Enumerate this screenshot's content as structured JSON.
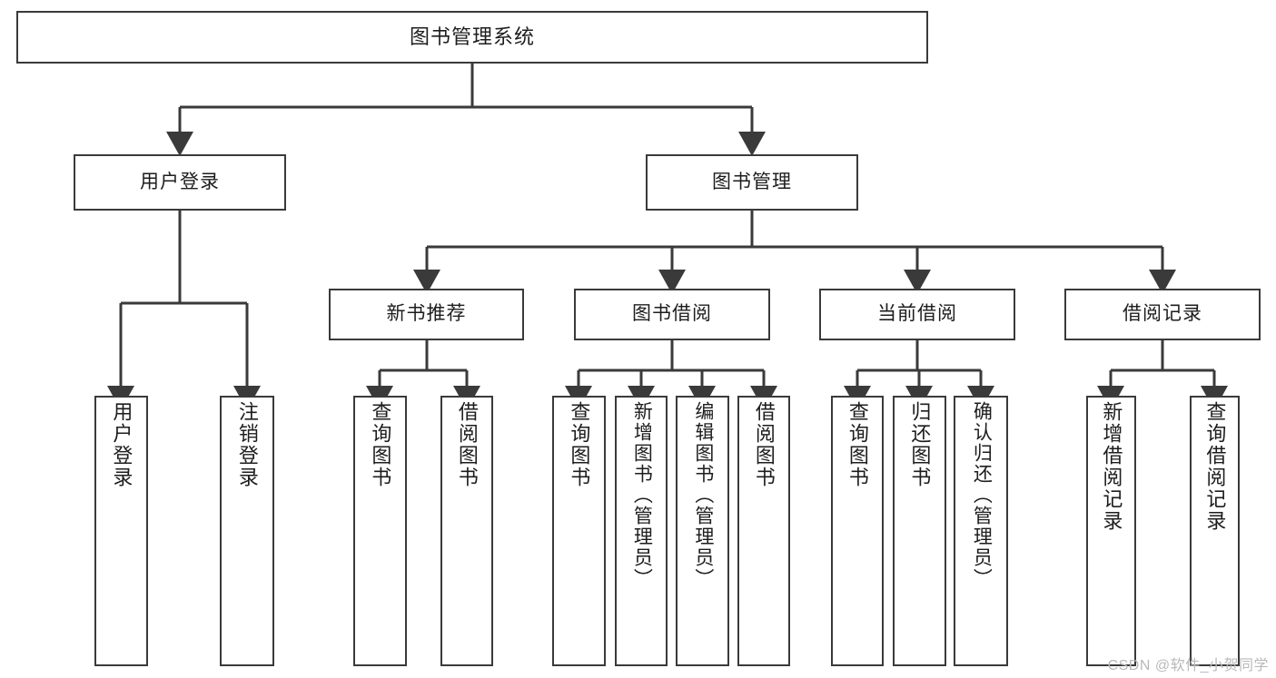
{
  "diagram": {
    "title": "图书管理系统",
    "type": "hierarchy-tree",
    "root": {
      "label": "图书管理系统"
    },
    "level2": [
      {
        "label": "用户登录"
      },
      {
        "label": "图书管理"
      }
    ],
    "level3": [
      {
        "label": "新书推荐"
      },
      {
        "label": "图书借阅"
      },
      {
        "label": "当前借阅"
      },
      {
        "label": "借阅记录"
      }
    ],
    "leaves": {
      "user_login": [
        {
          "label": "用户登录"
        },
        {
          "label": "注销登录"
        }
      ],
      "new_book_recommend": [
        {
          "label": "查询图书"
        },
        {
          "label": "借阅图书"
        }
      ],
      "book_borrow": [
        {
          "label": "查询图书"
        },
        {
          "label": "新增图书（管理员）"
        },
        {
          "label": "编辑图书（管理员）"
        },
        {
          "label": "借阅图书"
        }
      ],
      "current_borrow": [
        {
          "label": "查询图书"
        },
        {
          "label": "归还图书"
        },
        {
          "label": "确认归还（管理员）"
        }
      ],
      "borrow_record": [
        {
          "label": "新增借阅记录"
        },
        {
          "label": "查询借阅记录"
        }
      ]
    }
  },
  "watermark": {
    "text": "CSDN @软件_小贺同学"
  },
  "colors": {
    "stroke": "#3a3a3a",
    "background": "#ffffff",
    "text": "#1d1d1d",
    "watermark": "#b9b9b9"
  }
}
